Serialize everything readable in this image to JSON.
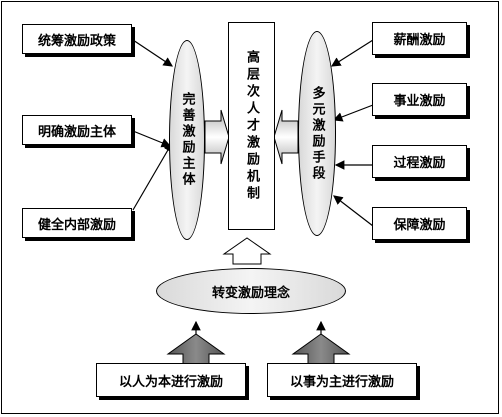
{
  "left_boxes": [
    "统筹激励政策",
    "明确激励主体",
    "健全内部激励"
  ],
  "right_boxes": [
    "薪酬激励",
    "事业激励",
    "过程激励",
    "保障激励"
  ],
  "left_ellipse": "完善激励主体",
  "center_rect": "高层次人才激励机制",
  "right_ellipse": "多元激励手段",
  "bottom_ellipse": "转变激励理念",
  "bottom_boxes": [
    "以人为本进行激励",
    "以事为主进行激励"
  ]
}
